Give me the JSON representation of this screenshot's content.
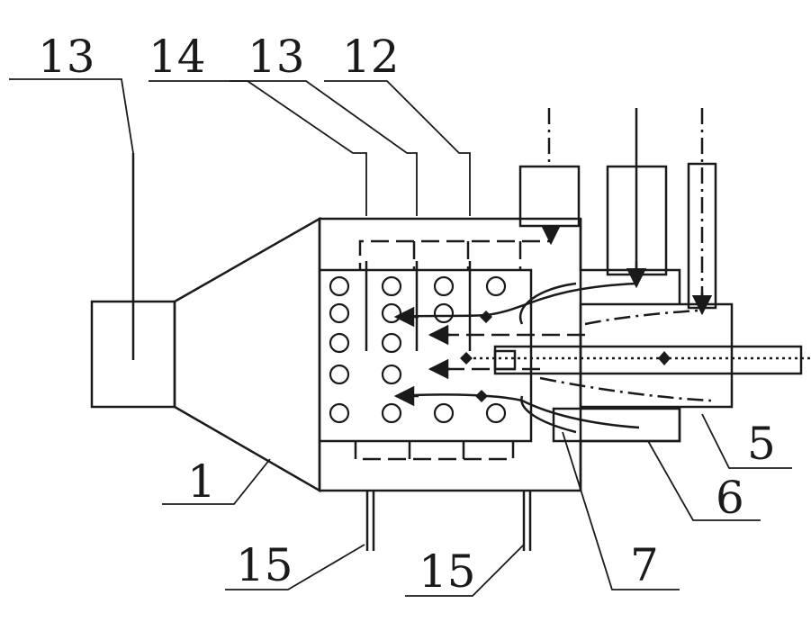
{
  "labels": {
    "l13a": "13",
    "l14": "14",
    "l13b": "13",
    "l12": "12",
    "l1": "1",
    "l5": "5",
    "l6": "6",
    "l7": "7",
    "l15a": "15",
    "l15b": "15"
  },
  "colors": {
    "line": "#1a1a1a",
    "background": "#ffffff"
  }
}
